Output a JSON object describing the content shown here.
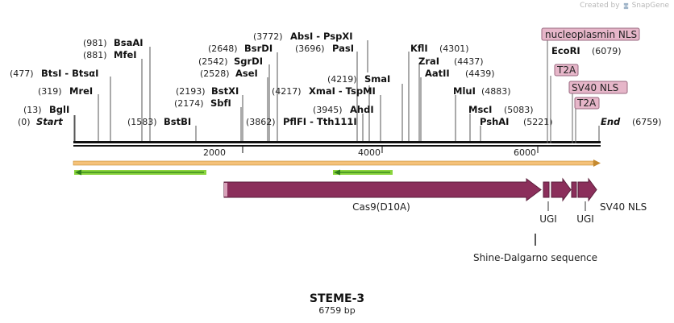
{
  "credit": {
    "prefix": "Created by",
    "brand": "SnapGene",
    "logo_icon": "snapgene-logo-icon"
  },
  "plasmid": {
    "name": "STEME-3",
    "length_label": "6759 bp",
    "length": 6759
  },
  "axis": {
    "ticks": [
      {
        "bp": 2000,
        "label": "2000"
      },
      {
        "bp": 4000,
        "label": "4000"
      },
      {
        "bp": 6000,
        "label": "6000"
      }
    ]
  },
  "sites": [
    {
      "id": "start",
      "pos": "(0)",
      "name": "Start",
      "italic": true
    },
    {
      "id": "bgli",
      "pos": "(13)",
      "name": "BglI"
    },
    {
      "id": "mrei",
      "pos": "(319)",
      "name": "MreI"
    },
    {
      "id": "btsi",
      "pos": "(477)",
      "name": "BtsI - BtsαI"
    },
    {
      "id": "mfei",
      "pos": "(881)",
      "name": "MfeI"
    },
    {
      "id": "bsaai",
      "pos": "(981)",
      "name": "BsaAI"
    },
    {
      "id": "bstbi",
      "pos": "(1583)",
      "name": "BstBI"
    },
    {
      "id": "sbfi",
      "pos": "(2174)",
      "name": "SbfI"
    },
    {
      "id": "bstxi",
      "pos": "(2193)",
      "name": "BstXI"
    },
    {
      "id": "asei",
      "pos": "(2528)",
      "name": "AseI"
    },
    {
      "id": "sgrdi",
      "pos": "(2542)",
      "name": "SgrDI"
    },
    {
      "id": "bsrdi",
      "pos": "(2648)",
      "name": "BsrDI"
    },
    {
      "id": "pasi",
      "pos": "(3696)",
      "name": "PasI"
    },
    {
      "id": "absi",
      "pos": "(3772)",
      "name": "AbsI - PspXI"
    },
    {
      "id": "pflfi",
      "pos": "(3862)",
      "name": "PflFI - Tth111I"
    },
    {
      "id": "ahdi",
      "pos": "(3945)",
      "name": "AhdI"
    },
    {
      "id": "xmai",
      "pos": "(4217)",
      "name": "XmaI - TspMI"
    },
    {
      "id": "smai",
      "pos": "(4219)",
      "name": "SmaI"
    },
    {
      "id": "kfli",
      "pos": "(4301)",
      "name": "KflI"
    },
    {
      "id": "zrai",
      "pos": "(4437)",
      "name": "ZraI"
    },
    {
      "id": "aatii",
      "pos": "(4439)",
      "name": "AatII"
    },
    {
      "id": "mlui",
      "pos": "(4883)",
      "name": "MluI"
    },
    {
      "id": "msci",
      "pos": "(5083)",
      "name": "MscI"
    },
    {
      "id": "pshai",
      "pos": "(5221)",
      "name": "PshAI"
    },
    {
      "id": "ecori",
      "pos": "(6079)",
      "name": "EcoRI"
    },
    {
      "id": "end",
      "pos": "(6759)",
      "name": "End",
      "italic": true
    }
  ],
  "features": {
    "cas9": {
      "label": "Cas9(D10A)",
      "color": "#8b2f5b"
    },
    "ugi_1": {
      "label": "UGI"
    },
    "ugi_2": {
      "label": "UGI"
    },
    "sv40_nls_right": {
      "label": "SV40 NLS"
    },
    "shine_dalgarno": {
      "label": "Shine-Dalgarno sequence"
    },
    "nucleoplasmin_nls": {
      "label": "nucleoplasmin NLS",
      "color": "#e6b6c9"
    },
    "t2a_1": {
      "label": "T2A",
      "color": "#e6b6c9"
    },
    "sv40_nls_box": {
      "label": "SV40 NLS",
      "color": "#e6b6c9"
    },
    "t2a_2": {
      "label": "T2A",
      "color": "#e6b6c9"
    },
    "ori_arrow_color": "#f5c27a",
    "green_arrow_color": "#8ad43d",
    "green_arrow_line": "#2e7d1a"
  }
}
